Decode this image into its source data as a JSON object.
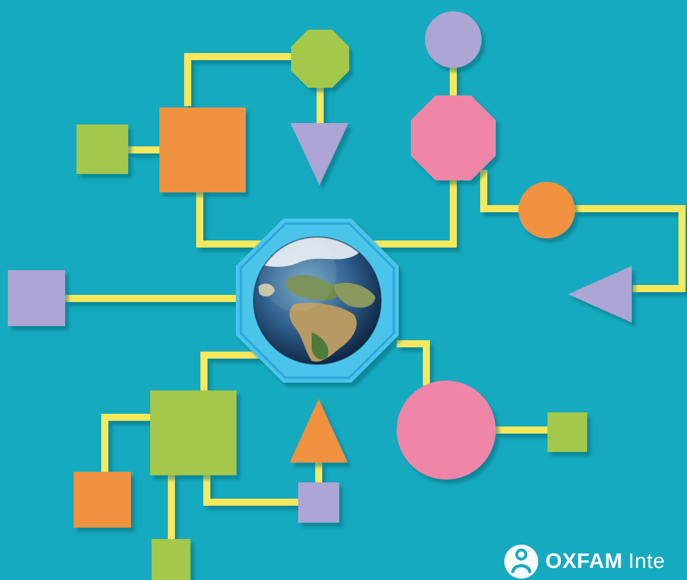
{
  "colors": {
    "background": "#15aabf",
    "connector": "#f7e85c",
    "orange": "#f0923f",
    "green": "#a3c84c",
    "lavender": "#ada5d4",
    "pink": "#ef86a8",
    "hub_frame": "#4cc4ec"
  },
  "center": {
    "shape": "octagon",
    "icon": "globe-earth-icon"
  },
  "logo": {
    "brand": "OXFAM",
    "suffix": "Inte",
    "icon": "oxfam-person-icon"
  }
}
